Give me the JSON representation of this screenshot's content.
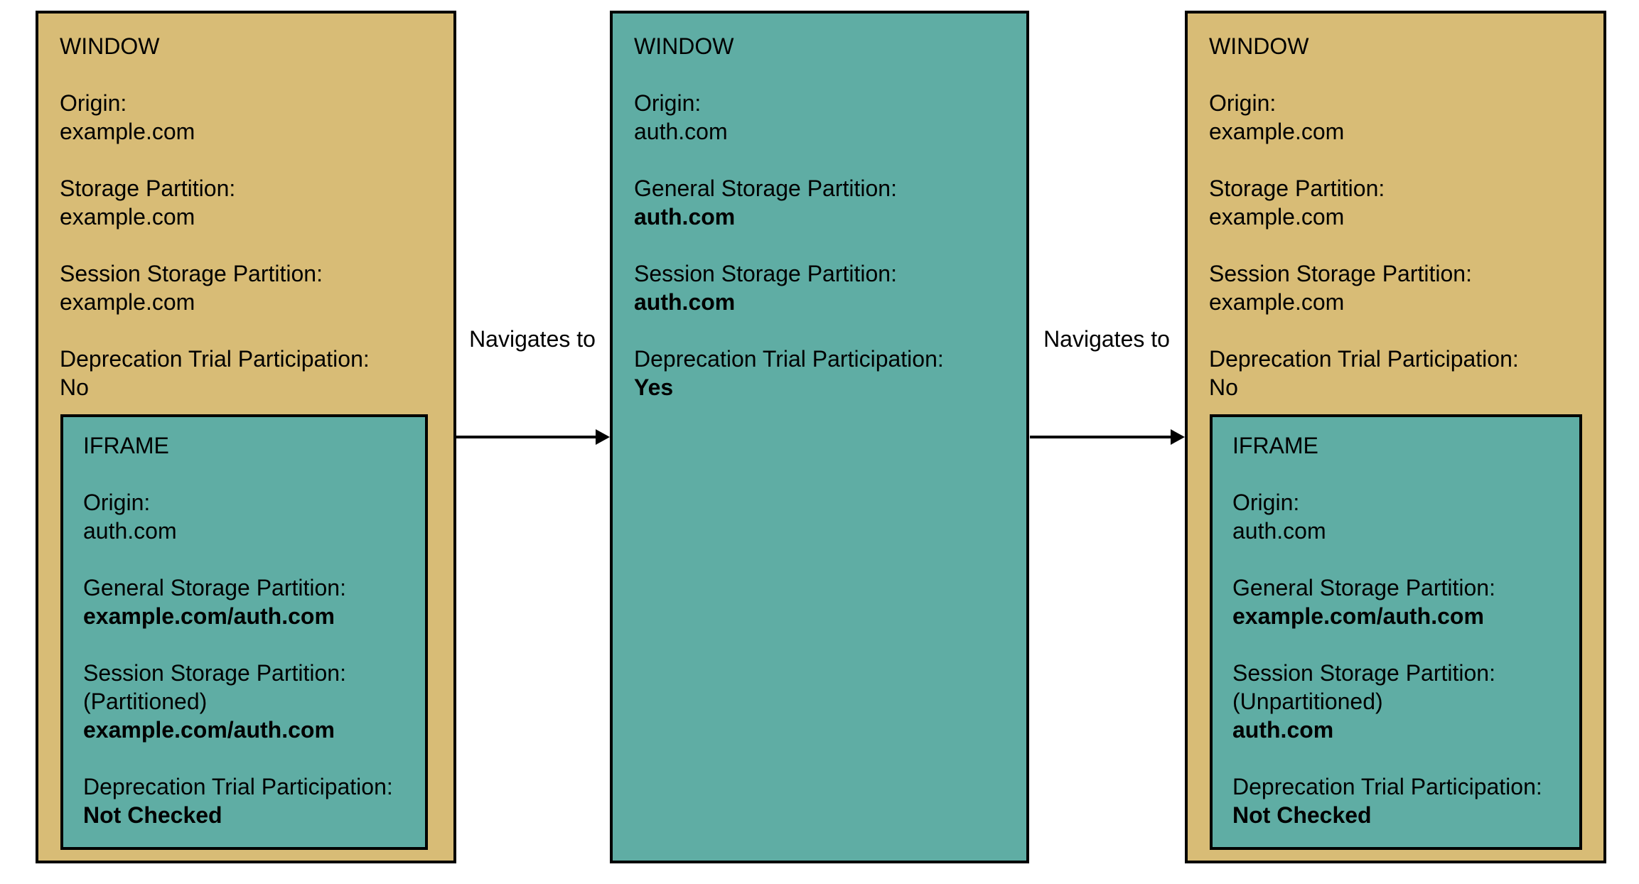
{
  "colors": {
    "window_tan_fill": "#d8bc76",
    "teal_fill": "#5fada4",
    "border": "#000000",
    "text": "#000000",
    "background": "#ffffff"
  },
  "arrows": [
    {
      "label": "Navigates to"
    },
    {
      "label": "Navigates to"
    }
  ],
  "boxes": [
    {
      "title": "WINDOW",
      "fields": [
        {
          "label": "Origin:",
          "values": [
            {
              "text": "example.com",
              "bold": false
            }
          ]
        },
        {
          "label": "Storage Partition:",
          "values": [
            {
              "text": "example.com",
              "bold": false
            }
          ]
        },
        {
          "label": "Session Storage Partition:",
          "values": [
            {
              "text": "example.com",
              "bold": false
            }
          ]
        },
        {
          "label": "Deprecation Trial Participation:",
          "values": [
            {
              "text": "No",
              "bold": false
            }
          ]
        }
      ],
      "iframe": {
        "title": "IFRAME",
        "fields": [
          {
            "label": "Origin:",
            "values": [
              {
                "text": "auth.com",
                "bold": false
              }
            ]
          },
          {
            "label": "General Storage Partition:",
            "values": [
              {
                "text": "example.com/auth.com",
                "bold": true
              }
            ]
          },
          {
            "label": "Session Storage Partition:",
            "values": [
              {
                "text": "(Partitioned)",
                "bold": false
              },
              {
                "text": "example.com/auth.com",
                "bold": true
              }
            ]
          },
          {
            "label": "Deprecation Trial Participation:",
            "values": [
              {
                "text": "Not Checked",
                "bold": true
              }
            ]
          }
        ]
      }
    },
    {
      "title": "WINDOW",
      "fields": [
        {
          "label": "Origin:",
          "values": [
            {
              "text": "auth.com",
              "bold": false
            }
          ]
        },
        {
          "label": "General Storage Partition:",
          "values": [
            {
              "text": "auth.com",
              "bold": true
            }
          ]
        },
        {
          "label": "Session Storage Partition:",
          "values": [
            {
              "text": "auth.com",
              "bold": true
            }
          ]
        },
        {
          "label": "Deprecation Trial Participation:",
          "values": [
            {
              "text": "Yes",
              "bold": true
            }
          ]
        }
      ],
      "iframe": null
    },
    {
      "title": "WINDOW",
      "fields": [
        {
          "label": "Origin:",
          "values": [
            {
              "text": "example.com",
              "bold": false
            }
          ]
        },
        {
          "label": "Storage Partition:",
          "values": [
            {
              "text": "example.com",
              "bold": false
            }
          ]
        },
        {
          "label": "Session Storage Partition:",
          "values": [
            {
              "text": "example.com",
              "bold": false
            }
          ]
        },
        {
          "label": "Deprecation Trial Participation:",
          "values": [
            {
              "text": "No",
              "bold": false
            }
          ]
        }
      ],
      "iframe": {
        "title": "IFRAME",
        "fields": [
          {
            "label": "Origin:",
            "values": [
              {
                "text": "auth.com",
                "bold": false
              }
            ]
          },
          {
            "label": "General Storage Partition:",
            "values": [
              {
                "text": "example.com/auth.com",
                "bold": true
              }
            ]
          },
          {
            "label": "Session Storage Partition:",
            "values": [
              {
                "text": "(Unpartitioned)",
                "bold": false
              },
              {
                "text": "auth.com",
                "bold": true
              }
            ]
          },
          {
            "label": "Deprecation Trial Participation:",
            "values": [
              {
                "text": "Not Checked",
                "bold": true
              }
            ]
          }
        ]
      }
    }
  ]
}
